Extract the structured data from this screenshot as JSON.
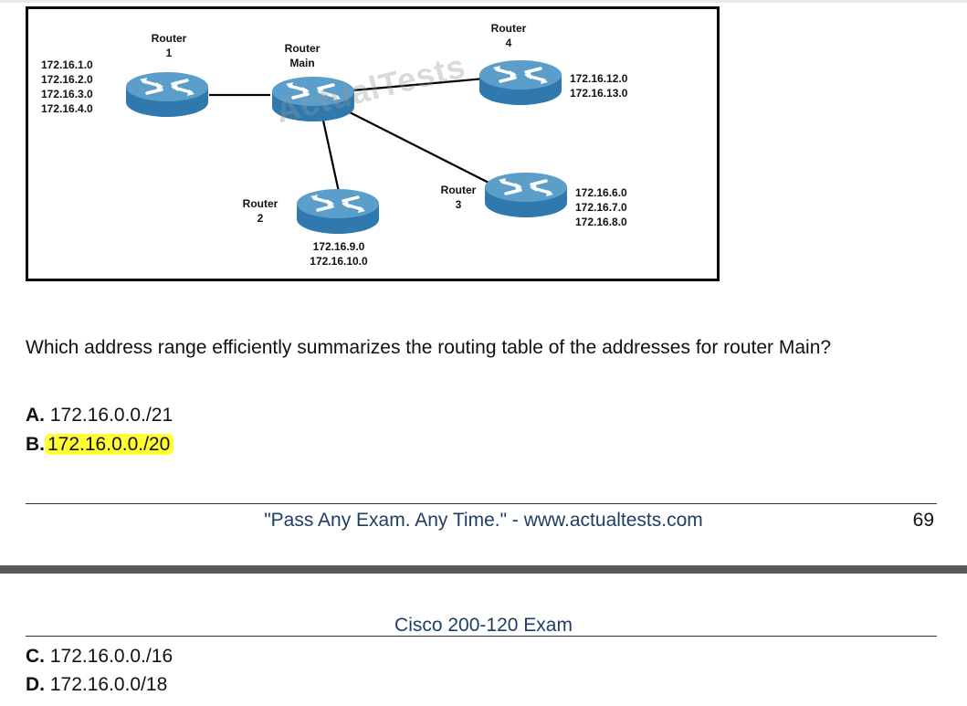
{
  "diagram": {
    "routers": {
      "r1": {
        "label": "Router\n1",
        "networks": "172.16.1.0\n172.16.2.0\n172.16.3.0\n172.16.4.0"
      },
      "main": {
        "label": "Router\nMain"
      },
      "r4": {
        "label": "Router\n4",
        "networks": "172.16.12.0\n172.16.13.0"
      },
      "r3": {
        "label": "Router\n3",
        "networks": "172.16.6.0\n172.16.7.0\n172.16.8.0"
      },
      "r2": {
        "label": "Router\n2",
        "networks": "172.16.9.0\n172.16.10.0"
      }
    },
    "watermark": "ActualTests",
    "colors": {
      "router_top": "#4f93bf",
      "router_side": "#2e78ad",
      "links": "#000000"
    }
  },
  "question": "Which address range efficiently summarizes the routing table of the addresses for router Main?",
  "answers": [
    {
      "letter": "A.",
      "text": "172.16.0.0./21"
    },
    {
      "letter": "B.",
      "text": "172.16.0.0./20",
      "highlighted": true
    },
    {
      "letter": "C.",
      "text": "172.16.0.0./16"
    },
    {
      "letter": "D.",
      "text": "172.16.0.0/18"
    }
  ],
  "footer": {
    "slogan": "\"Pass Any Exam. Any Time.\" - www.actualtests.com",
    "page_number": "69"
  },
  "header": {
    "exam_title": "Cisco 200-120 Exam"
  },
  "colors": {
    "highlight": "#ffff33",
    "footer_text": "#1f3e66"
  }
}
